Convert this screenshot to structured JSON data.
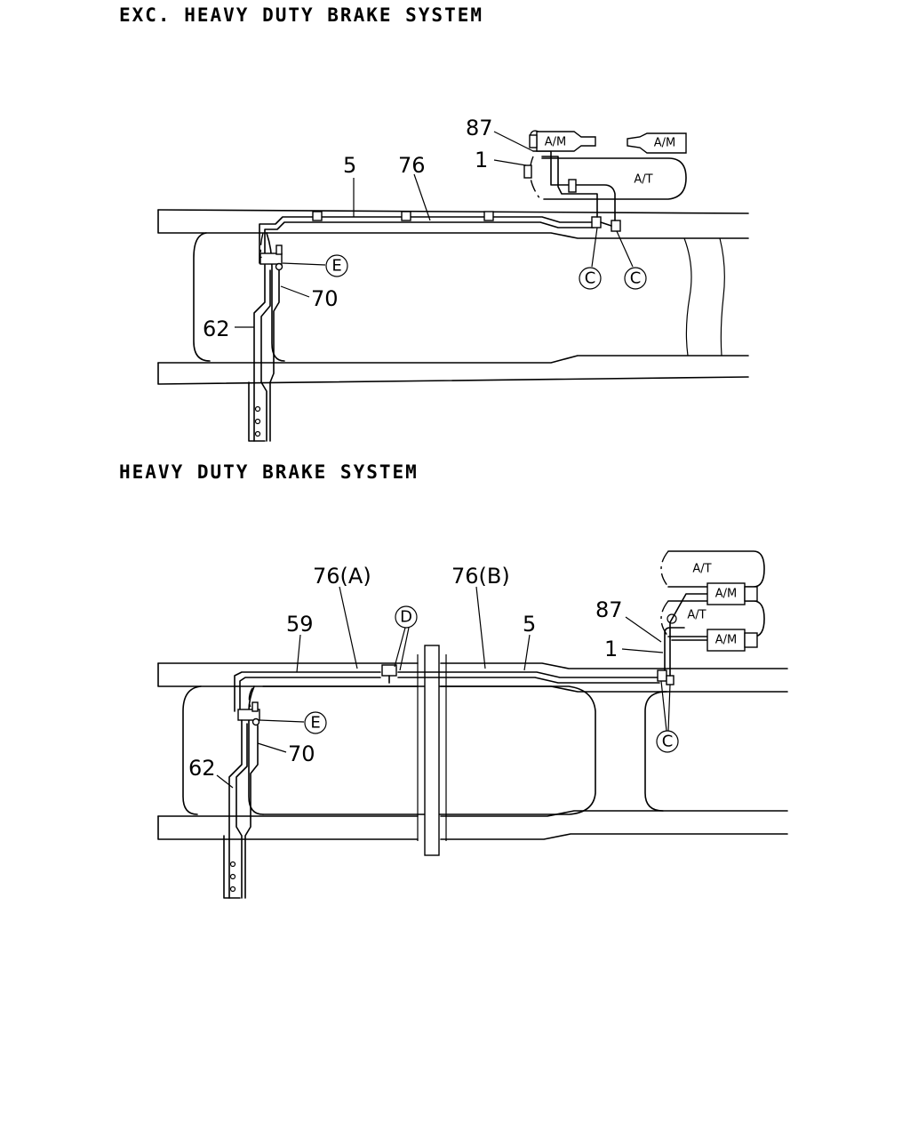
{
  "sections": {
    "top": {
      "title": "EXC. HEAVY DUTY BRAKE SYSTEM",
      "callouts": {
        "c87": "87",
        "c1": "1",
        "c5": "5",
        "c76": "76",
        "c70": "70",
        "c62": "62"
      },
      "circles": {
        "e": "E",
        "c_left": "C",
        "c_right": "C"
      },
      "components": {
        "am_a": "A/M",
        "am_b": "A/M",
        "at": "A/T"
      }
    },
    "bottom": {
      "title": "HEAVY DUTY BRAKE SYSTEM",
      "callouts": {
        "c76a": "76(A)",
        "c76b": "76(B)",
        "c59": "59",
        "c5": "5",
        "c87": "87",
        "c1": "1",
        "c70": "70",
        "c62": "62"
      },
      "circles": {
        "d": "D",
        "e": "E",
        "c": "C"
      },
      "components": {
        "at_a": "A/T",
        "at_b": "A/T",
        "am_a": "A/M",
        "am_b": "A/M"
      }
    }
  }
}
